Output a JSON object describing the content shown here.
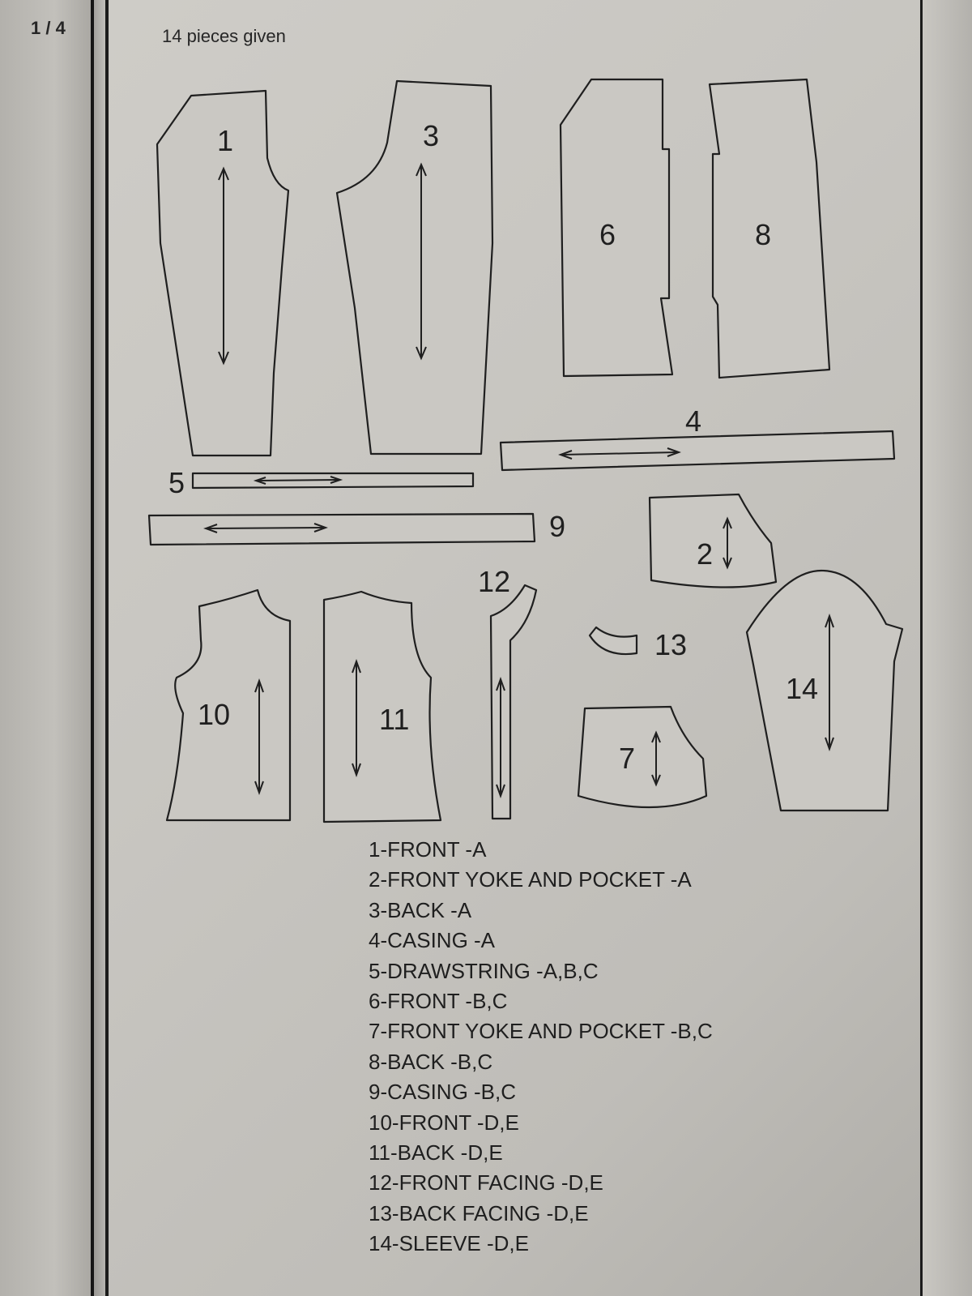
{
  "header": {
    "page_indicator": "1 / 4",
    "pieces_given": "14 pieces given"
  },
  "piece_numbers": [
    "1",
    "2",
    "3",
    "4",
    "5",
    "6",
    "7",
    "8",
    "9",
    "10",
    "11",
    "12",
    "13",
    "14"
  ],
  "legend": [
    "1-FRONT -A",
    "2-FRONT YOKE AND POCKET -A",
    "3-BACK -A",
    "4-CASING -A",
    "5-DRAWSTRING -A,B,C",
    "6-FRONT -B,C",
    "7-FRONT YOKE AND POCKET -B,C",
    "8-BACK -B,C",
    "9-CASING -B,C",
    "10-FRONT -D,E",
    "11-BACK -D,E",
    "12-FRONT FACING -D,E",
    "13-BACK FACING -D,E",
    "14-SLEEVE -D,E"
  ]
}
